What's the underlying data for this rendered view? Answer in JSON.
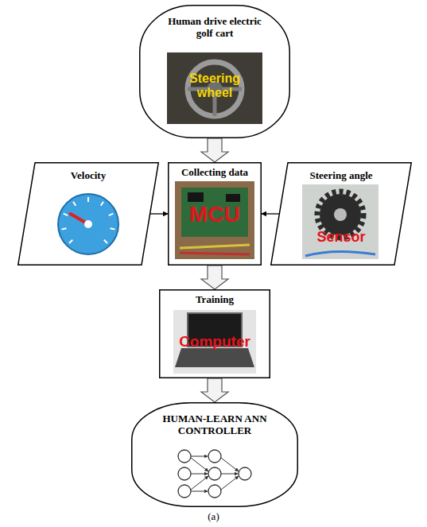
{
  "diagram": {
    "caption": "(a)",
    "nodes": [
      {
        "text": [
          "Human drive electric golf cart",
          "Steering wheel"
        ]
      },
      {
        "text": [
          "Velocity"
        ]
      },
      {
        "text": [
          "Collecting data",
          "MCU"
        ]
      },
      {
        "text": [
          "Steering angle",
          "Sensor"
        ]
      },
      {
        "text": [
          "Training",
          "Computer"
        ]
      },
      {
        "text": [
          "HUMAN-LEARN ANN CONTROLLER"
        ]
      }
    ],
    "edges": [
      {
        "from": 0,
        "to": 2,
        "arrow": "to"
      },
      {
        "from": 1,
        "to": 2,
        "arrow": "to"
      },
      {
        "from": 3,
        "to": 2,
        "arrow": "to"
      },
      {
        "from": 2,
        "to": 4,
        "arrow": "to"
      },
      {
        "from": 4,
        "to": 5,
        "arrow": "to"
      }
    ]
  }
}
